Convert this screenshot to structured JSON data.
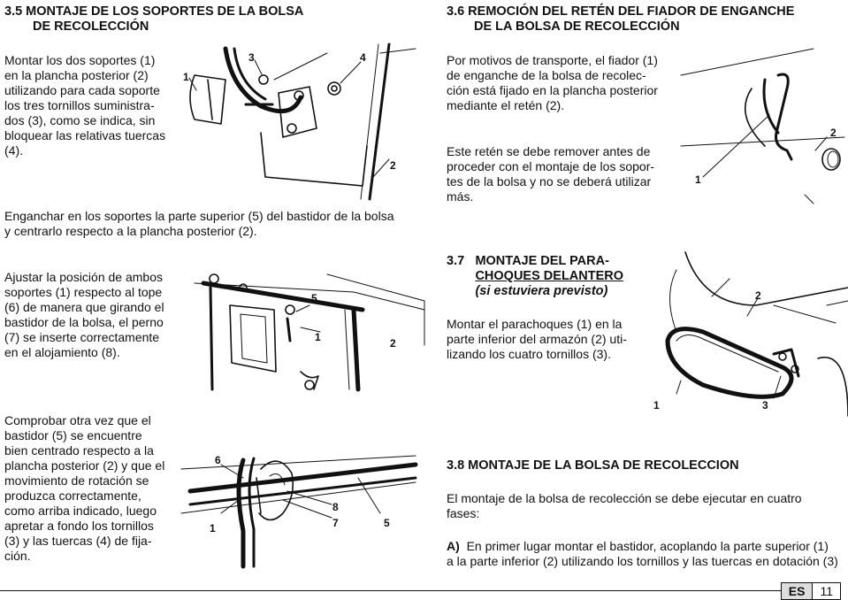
{
  "s35": {
    "title_line1": "3.5  MONTAJE DE LOS SOPORTES DE LA BOLSA",
    "title_line2": "DE RECOLECCIÓN",
    "p1": [
      "Montar los dos soportes (1)",
      "en la plancha posterior (2)",
      "utilizando para cada soporte",
      "los tres tornillos suministra-",
      "dos (3), como se indica, sin",
      "bloquear las relativas tuercas",
      "(4)."
    ],
    "p2": [
      "Enganchar en los soportes la parte superior (5) del bastidor de la bolsa",
      "y centrarlo respecto a la plancha posterior (2)."
    ],
    "p3": [
      "Ajustar la posición de ambos",
      "soportes (1) respecto al tope",
      "(6) de manera que girando el",
      "bastidor de la bolsa, el perno",
      "(7) se inserte correctamente",
      "en el alojamiento (8)."
    ],
    "p4": [
      "Comprobar otra vez que el",
      "bastidor (5) se encuentre",
      "bien centrado respecto a la",
      "plancha posterior (2) y que el",
      "movimiento de rotación se",
      "produzca correctamente,",
      "como arriba indicado, luego",
      "apretar a fondo los tornillos",
      "(3) y las tuercas (4) de fija-",
      "ción."
    ],
    "fig1_labels": {
      "l1": "1",
      "l3": "3",
      "l4": "4",
      "l2": "2"
    },
    "fig2_labels": {
      "l5": "5",
      "l1": "1",
      "l2": "2"
    },
    "fig3_labels": {
      "l6": "6",
      "l1": "1",
      "l8": "8",
      "l7": "7",
      "l5": "5"
    }
  },
  "s36": {
    "title_line1": "3.6  REMOCIÓN DEL RETÉN DEL FIADOR DE ENGANCHE",
    "title_line2": "DE LA BOLSA DE RECOLECCIÓN",
    "p1": [
      "Por motivos de transporte, el fiador (1)",
      "de enganche de la bolsa de recolec-",
      "ción está fijado en la plancha posterior",
      "mediante el retén (2)."
    ],
    "p2": [
      "Este retén se debe remover antes de",
      "proceder con el montaje de los sopor-",
      "tes de la bolsa y no se deberá utilizar",
      "más."
    ],
    "fig_labels": {
      "l2": "2",
      "l1": "1"
    }
  },
  "s37": {
    "num": "3.7",
    "title_line1": "MONTAJE DEL PARA-",
    "title_line2": "CHOQUES DELANTERO",
    "subtitle": "(si estuviera previsto)",
    "p1": [
      "Montar el parachoques (1) en la",
      "parte inferior del armazón (2) uti-",
      "lizando los cuatro tornillos (3)."
    ],
    "fig_labels": {
      "l2": "2",
      "l1": "1",
      "l3": "3"
    }
  },
  "s38": {
    "title": "3.8  MONTAJE DE LA BOLSA DE RECOLECCION",
    "p1": [
      "El montaje de la bolsa de recolección se debe ejecutar en cuatro",
      "fases:"
    ],
    "pa_label": "A)",
    "pa": [
      "En primer lugar montar el bastidor, acoplando la parte superior (1)",
      "a la parte inferior (2) utilizando los tornillos y las tuercas en dotación (3)"
    ]
  },
  "footer": {
    "lang": "ES",
    "page": "11"
  }
}
